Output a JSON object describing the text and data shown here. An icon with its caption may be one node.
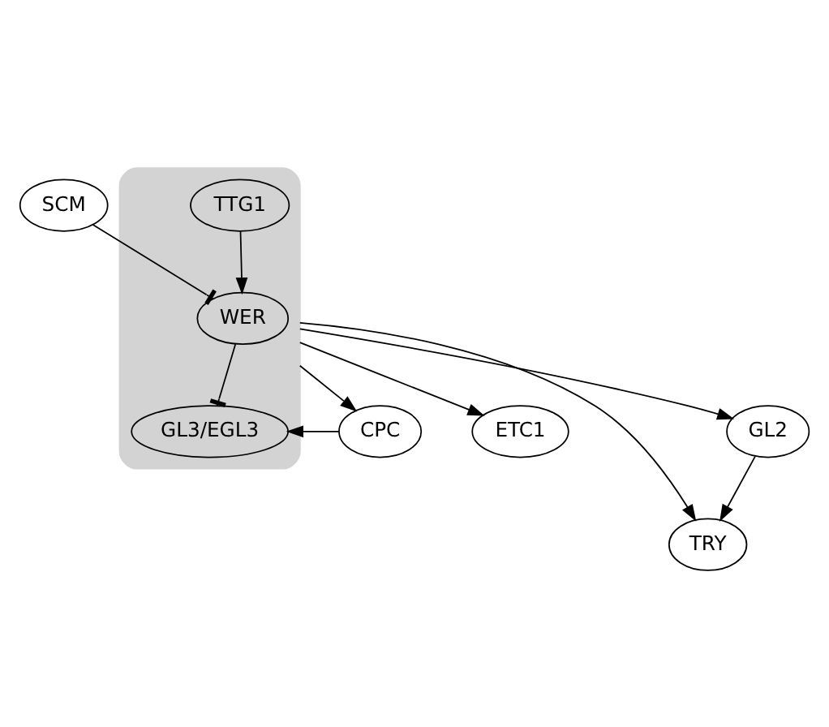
{
  "diagram": {
    "nodes": [
      {
        "text": [
          "SCM"
        ]
      },
      {
        "text": [
          "CPC"
        ]
      },
      {
        "text": [],
        "shape": "ellipse"
      },
      {
        "text": [
          "WER"
        ],
        "in": 2
      },
      {
        "text": [
          "TTG1"
        ],
        "in": 2
      },
      {
        "text": [
          "GL3/EGL3"
        ],
        "in": 2
      },
      {
        "text": [
          "ETC1"
        ]
      },
      {
        "text": [
          "TRY"
        ]
      },
      {
        "text": [
          "GL2"
        ]
      }
    ],
    "edges": [
      {
        "from": 0,
        "to": 3,
        "arrow": "other"
      },
      {
        "from": 2,
        "to": 3,
        "arrow": "to"
      },
      {
        "from": 3,
        "to": 5,
        "arrow": "other"
      },
      {
        "from": 2,
        "to": 1,
        "arrow": "to"
      },
      {
        "from": 1,
        "to": 5,
        "arrow": "to"
      },
      {
        "from": 2,
        "to": 6,
        "arrow": "to"
      },
      {
        "from": 2,
        "to": 7,
        "arrow": "to"
      },
      {
        "from": 2,
        "to": 8,
        "arrow": "to"
      },
      {
        "from": 8,
        "to": 7,
        "arrow": "to"
      }
    ]
  }
}
